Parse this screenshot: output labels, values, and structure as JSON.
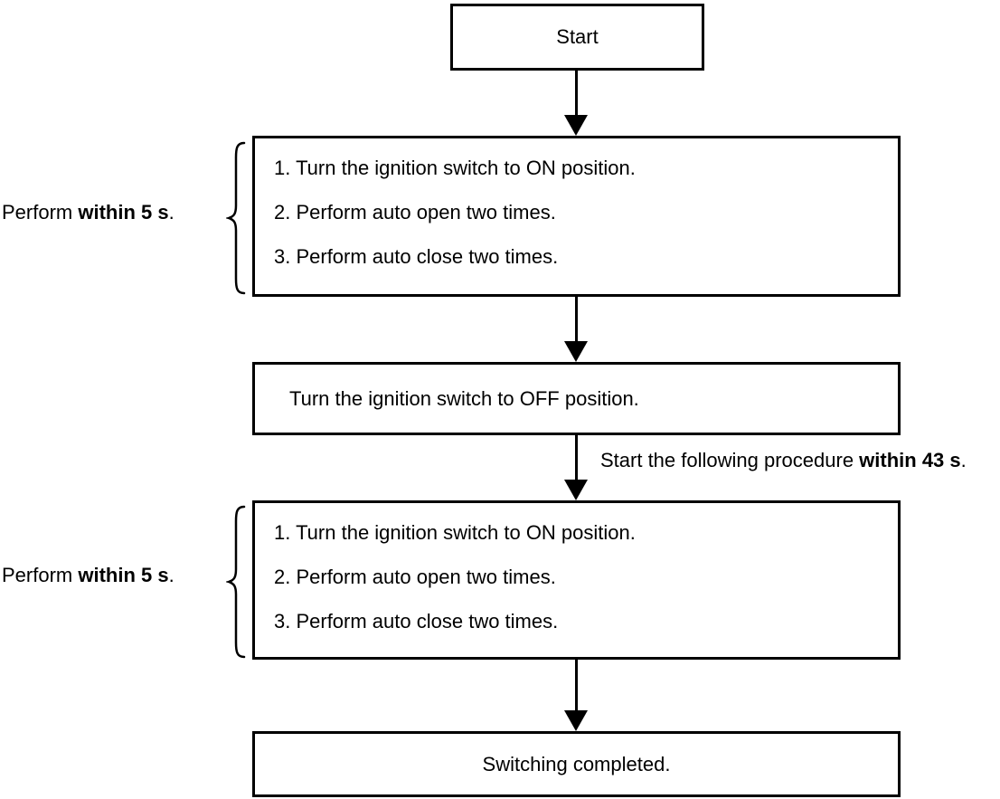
{
  "flow": {
    "start_box": {
      "label": "Start"
    },
    "box1": {
      "items": [
        "1. Turn the ignition switch to ON position.",
        "2. Perform auto open two times.",
        "3. Perform auto close two times."
      ]
    },
    "label1": {
      "prefix": "Perform ",
      "bold": "within 5 s",
      "suffix": "."
    },
    "mid_box": {
      "label": "Turn the ignition switch to OFF position."
    },
    "arrow_note": {
      "prefix": "Start the following procedure ",
      "bold": "within 43 s",
      "suffix": "."
    },
    "box2": {
      "items": [
        "1. Turn the ignition switch to ON position.",
        "2. Perform auto open two times.",
        "3. Perform auto close two times."
      ]
    },
    "label2": {
      "prefix": "Perform ",
      "bold": "within 5 s",
      "suffix": "."
    },
    "end_box": {
      "label": "Switching completed."
    }
  },
  "colors": {
    "line": "#000000",
    "background": "#ffffff"
  }
}
